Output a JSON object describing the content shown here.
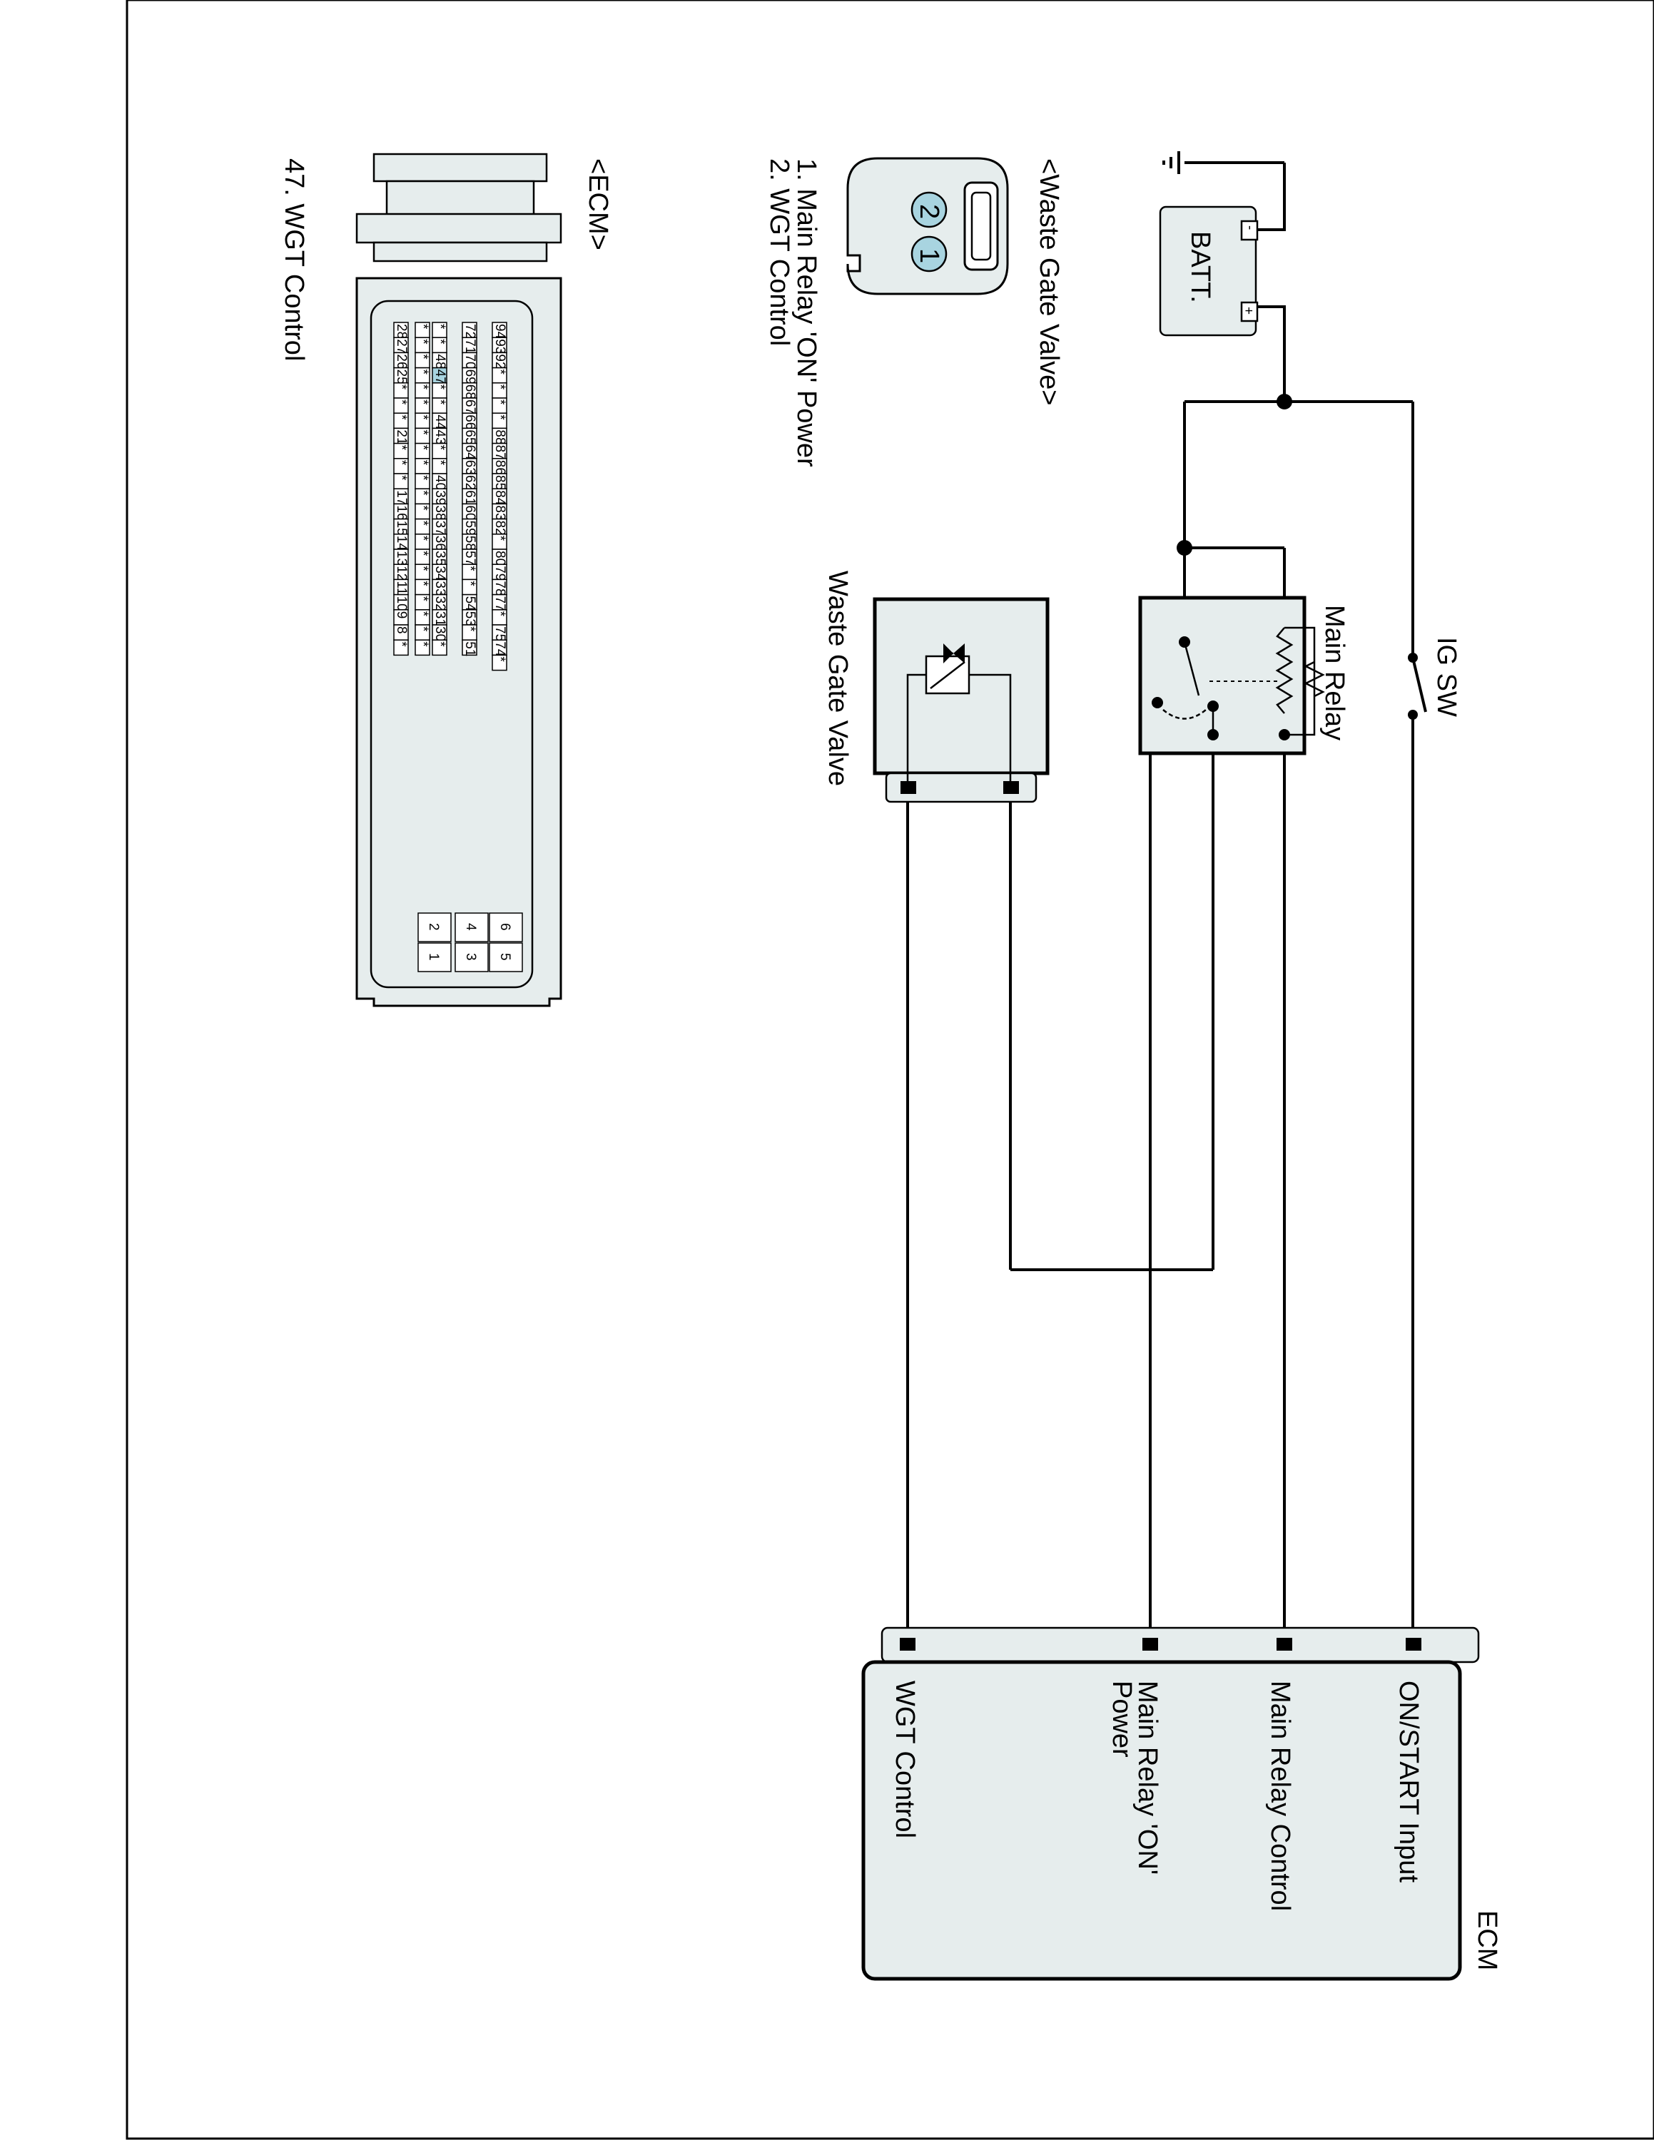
{
  "labels": {
    "ecm_title": "ECM",
    "ecm_pins": [
      "ON/START Input",
      "Main Relay Control",
      "Main Relay 'ON'",
      "Power",
      "WGT Control"
    ],
    "ig_sw": "IG SW",
    "main_relay": "Main Relay",
    "batt": "BATT.",
    "batt_minus": "-",
    "batt_plus": "+",
    "wgv_label": "Waste Gate Valve",
    "wgv_connector_title": "<Waste Gate Valve>",
    "wgv_pins": [
      "1. Main Relay 'ON' Power",
      "2. WGT Control"
    ],
    "wgv_pin_numbers": [
      "2",
      "1"
    ],
    "ecm_connector_title": "<ECM>",
    "ecm_connector_pin": "47. WGT Control"
  },
  "ecm_connector_rows": [
    [
      "94",
      "93",
      "92",
      "*",
      "*",
      "*",
      "*",
      "88",
      "87",
      "86",
      "85",
      "84",
      "83",
      "82",
      "*",
      "80",
      "79",
      "78",
      "77",
      "*",
      "75",
      "74",
      "*"
    ],
    [
      "72",
      "71",
      "70",
      "69",
      "68",
      "67",
      "66",
      "65",
      "64",
      "63",
      "62",
      "61",
      "60",
      "59",
      "58",
      "57",
      "*",
      "*",
      "54",
      "53",
      "*",
      "51",
      ""
    ],
    [
      "*",
      "*",
      "48",
      "47",
      "*",
      "*",
      "44",
      "43",
      "*",
      "*",
      "40",
      "39",
      "38",
      "37",
      "36",
      "35",
      "34",
      "33",
      "32",
      "31",
      "30",
      "*",
      ""
    ],
    [
      "*",
      "*",
      "*",
      "*",
      "*",
      "*",
      "*",
      "*",
      "*",
      "*",
      "*",
      "*",
      "*",
      "*",
      "*",
      "*",
      "*",
      "*",
      "*",
      "*",
      "*",
      "*",
      ""
    ],
    [
      "28",
      "27",
      "26",
      "25",
      "*",
      "*",
      "*",
      "21",
      "*",
      "*",
      "*",
      "17",
      "16",
      "15",
      "14",
      "13",
      "12",
      "11",
      "10",
      "9",
      "8",
      "*",
      ""
    ]
  ],
  "ecm_connector_small": [
    "6",
    "5",
    "4",
    "3",
    "2",
    "1"
  ],
  "highlight_pin": "47",
  "colors": {
    "fill": "#e6eded",
    "highlight": "#a8d4e0",
    "line": "#000000"
  }
}
